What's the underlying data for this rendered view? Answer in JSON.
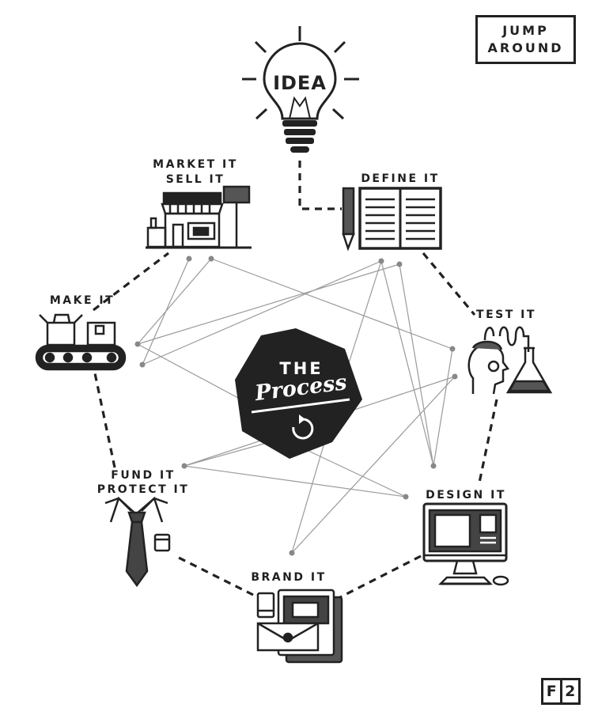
{
  "jump_button": {
    "line1": "JUMP",
    "line2": "AROUND"
  },
  "center": {
    "title": "THE",
    "subtitle": "Process"
  },
  "idea": {
    "label": "IDEA"
  },
  "steps": {
    "market_1": "MARKET IT",
    "market_2": "SELL IT",
    "define": "DEFINE IT",
    "make": "MAKE IT",
    "test": "TEST IT",
    "fund_1": "FUND IT",
    "fund_2": "PROTECT IT",
    "design": "DESIGN IT",
    "brand": "BRAND IT"
  },
  "logo": {
    "left": "F",
    "right": "2"
  },
  "colors": {
    "ink": "#222222",
    "line": "#9a9a9a",
    "background": "#ffffff"
  }
}
